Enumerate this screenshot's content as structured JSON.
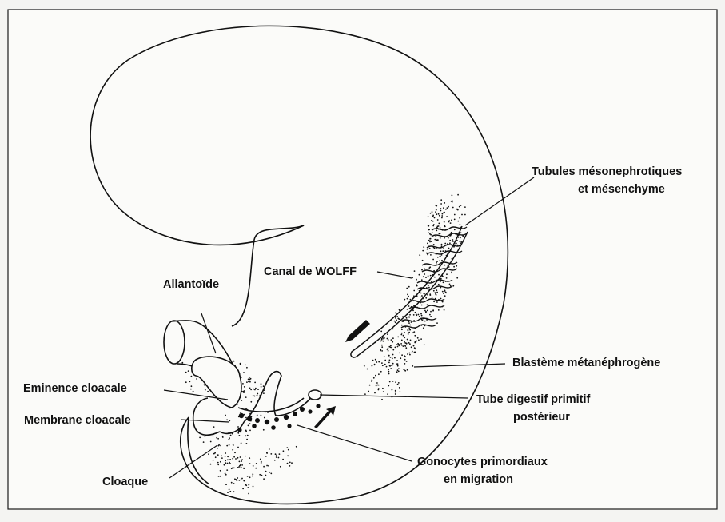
{
  "labels": {
    "tubules_line1": "Tubules mésonephrotiques",
    "tubules_line2": "et mésenchyme",
    "canal_wolff": "Canal de WOLFF",
    "allantoide": "Allantoïde",
    "blasteme": "Blastème métanéphrogène",
    "eminence": "Eminence cloacale",
    "tube_line1": "Tube digestif primitif",
    "tube_line2": "postérieur",
    "membrane": "Membrane cloacale",
    "gonocytes_line1": "Gonocytes primordiaux",
    "gonocytes_line2": "en migration",
    "cloaque": "Cloaque"
  },
  "colors": {
    "ink": "#111111",
    "paper": "#f4f4f2",
    "frame": "#1a1a1a"
  }
}
